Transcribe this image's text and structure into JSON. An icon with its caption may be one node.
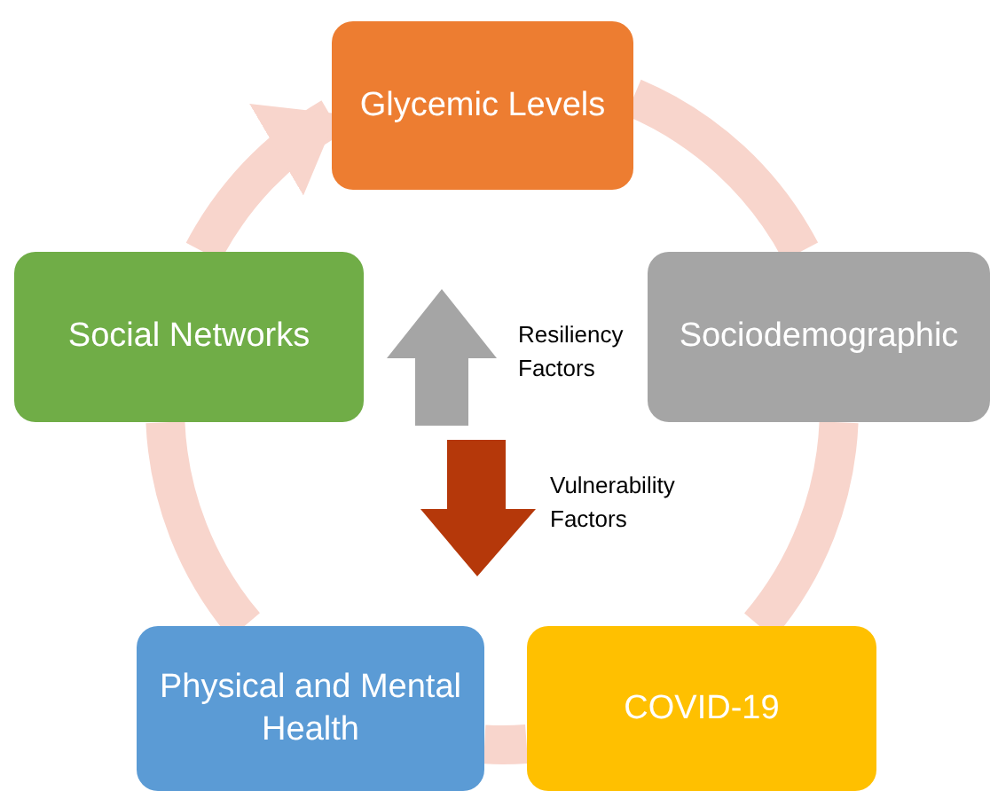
{
  "diagram": {
    "nodes": [
      {
        "text": [
          "Glycemic Levels"
        ]
      },
      {
        "text": [
          "Sociodemographic"
        ]
      },
      {
        "text": [
          "COVID-19"
        ]
      },
      {
        "text": [
          "Physical and Mental Health"
        ]
      },
      {
        "text": [
          "Social Networks"
        ]
      }
    ],
    "edges": [
      {
        "from": 0,
        "to": 1,
        "arrow": "none"
      },
      {
        "from": 1,
        "to": 2,
        "arrow": "none"
      },
      {
        "from": 2,
        "to": 3,
        "arrow": "none"
      },
      {
        "from": 3,
        "to": 4,
        "arrow": "none"
      },
      {
        "from": 4,
        "to": 0,
        "arrow": "to"
      }
    ],
    "labels": [
      "Resiliency Factors",
      "Vulnerability Factors"
    ]
  }
}
